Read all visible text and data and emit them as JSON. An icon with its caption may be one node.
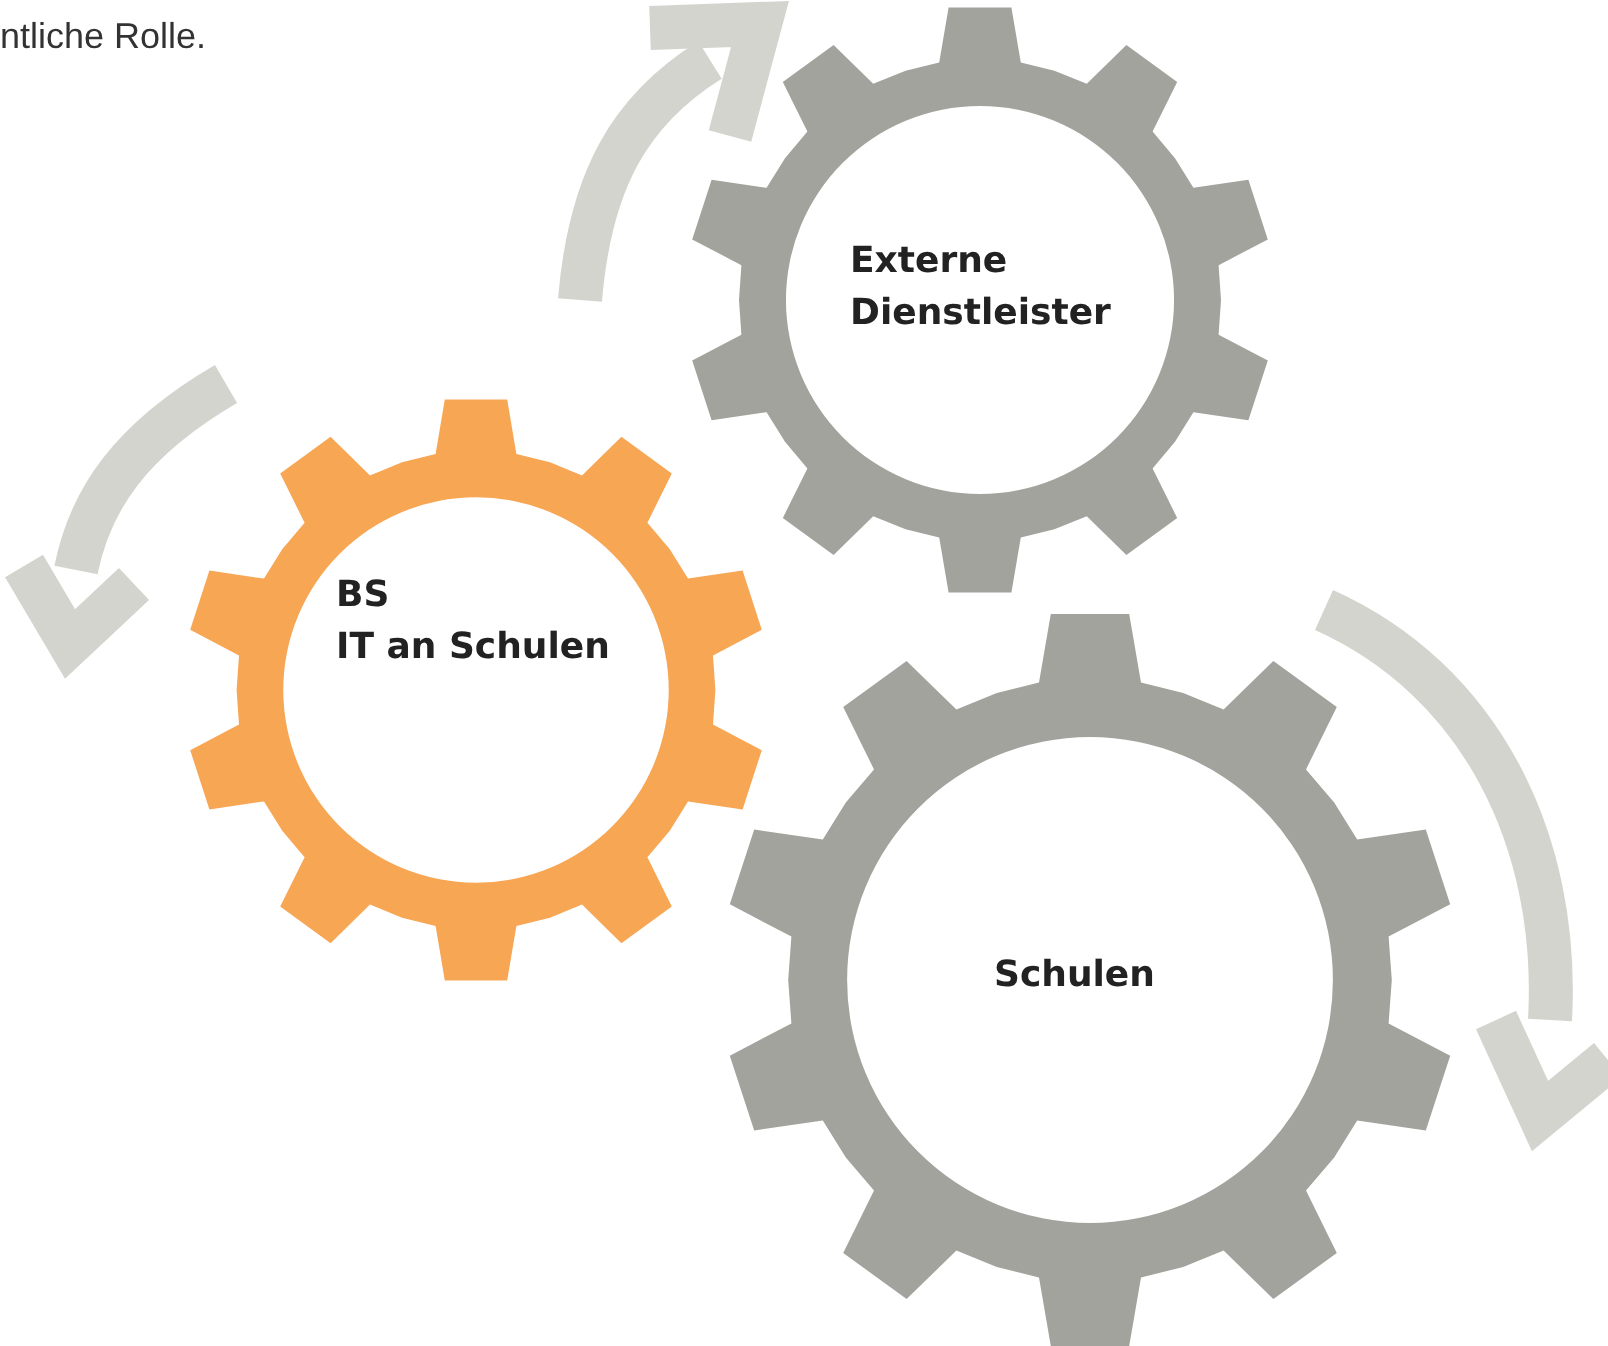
{
  "diagram": {
    "nodes": [
      {
        "text": [
          "Externe Dienstleister"
        ]
      },
      {
        "text": [
          "BS",
          "IT an Schulen"
        ]
      },
      {
        "text": [
          "Schulen"
        ]
      }
    ],
    "labels": [
      "ntliche Rolle."
    ]
  }
}
